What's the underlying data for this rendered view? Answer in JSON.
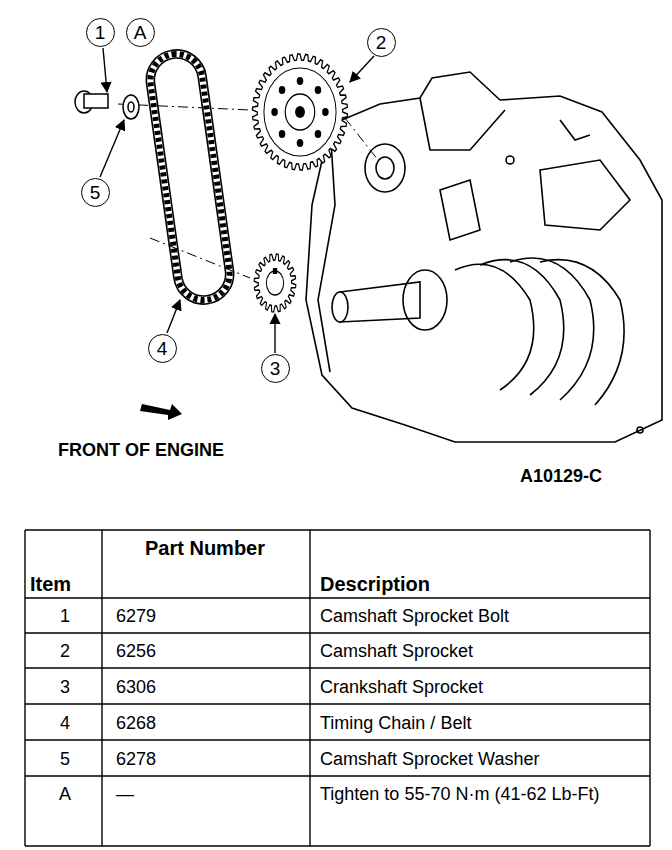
{
  "diagram": {
    "nodes": [
      {
        "text": [
          "1"
        ]
      },
      {
        "text": [
          "A"
        ]
      },
      {
        "text": [
          "2"
        ]
      },
      {
        "text": [
          "5"
        ]
      },
      {
        "text": [
          "4"
        ]
      },
      {
        "text": [
          "3"
        ]
      }
    ],
    "labels": [
      "FRONT OF ENGINE",
      "A10129-C",
      "Item",
      "Part Number",
      "Description",
      "1",
      "6279",
      "Camshaft Sprocket Bolt",
      "2",
      "6256",
      "Camshaft Sprocket",
      "3",
      "6306",
      "Crankshaft Sprocket",
      "4",
      "6268",
      "Timing Chain / Belt",
      "5",
      "6278",
      "Camshaft Sprocket Washer",
      "A",
      "—",
      "Tighten to 55-70 N·m (41-62 Lb-Ft)"
    ]
  }
}
